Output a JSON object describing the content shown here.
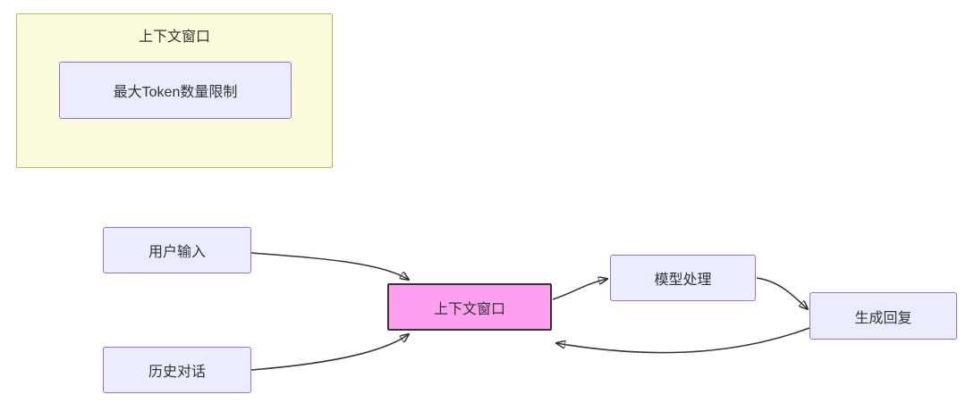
{
  "cluster": {
    "label": "上下文窗口",
    "node": {
      "label": "最大Token数量限制"
    }
  },
  "flow": {
    "nodes": [
      {
        "id": "user-input",
        "label": "用户输入"
      },
      {
        "id": "history-dialog",
        "label": "历史对话"
      },
      {
        "id": "context-window",
        "label": "上下文窗口"
      },
      {
        "id": "model-process",
        "label": "模型处理"
      },
      {
        "id": "generate-reply",
        "label": "生成回复"
      }
    ],
    "edges": [
      {
        "from": "用户输入",
        "to": "上下文窗口"
      },
      {
        "from": "历史对话",
        "to": "上下文窗口"
      },
      {
        "from": "上下文窗口",
        "to": "模型处理"
      },
      {
        "from": "模型处理",
        "to": "生成回复"
      },
      {
        "from": "生成回复",
        "to": "上下文窗口"
      }
    ]
  },
  "colors": {
    "cluster_fill": "#fbfbdc",
    "cluster_border": "#b8b858",
    "node_fill": "#ececff",
    "node_border": "#9370db",
    "highlight_fill": "#ff9ff0",
    "highlight_border": "#333333",
    "edge_color": "#333333",
    "text_color": "#333333"
  }
}
